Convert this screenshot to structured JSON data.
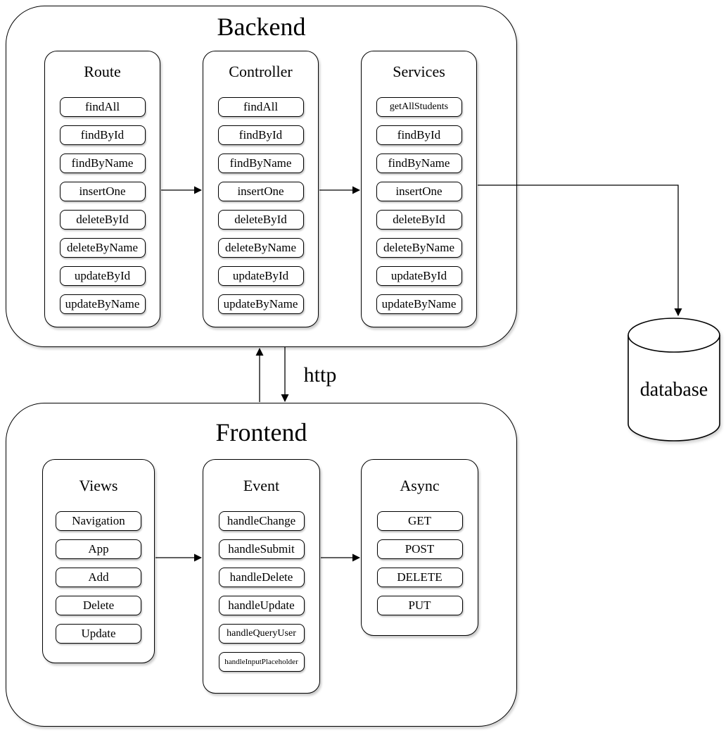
{
  "diagram": {
    "colors": {
      "stroke": "#000000",
      "background": "#ffffff"
    },
    "backend": {
      "title": "Backend",
      "columns": [
        {
          "title": "Route",
          "items": [
            "findAll",
            "findById",
            "findByName",
            "insertOne",
            "deleteById",
            "deleteByName",
            "updateById",
            "updateByName"
          ]
        },
        {
          "title": "Controller",
          "items": [
            "findAll",
            "findById",
            "findByName",
            "insertOne",
            "deleteById",
            "deleteByName",
            "updateById",
            "updateByName"
          ]
        },
        {
          "title": "Services",
          "items": [
            "getAllStudents",
            "findById",
            "findByName",
            "insertOne",
            "deleteById",
            "deleteByName",
            "updateById",
            "updateByName"
          ]
        }
      ]
    },
    "frontend": {
      "title": "Frontend",
      "columns": [
        {
          "title": "Views",
          "items": [
            "Navigation",
            "App",
            "Add",
            "Delete",
            "Update"
          ]
        },
        {
          "title": "Event",
          "items": [
            "handleChange",
            "handleSubmit",
            "handleDelete",
            "handleUpdate",
            "handleQueryUser",
            "handleInputPlaceholder"
          ]
        },
        {
          "title": "Async",
          "items": [
            "GET",
            "POST",
            "DELETE",
            "PUT"
          ]
        }
      ]
    },
    "database": {
      "label": "database"
    },
    "http_label": "http",
    "edges": [
      {
        "from": "Route",
        "to": "Controller"
      },
      {
        "from": "Controller",
        "to": "Services"
      },
      {
        "from": "Services",
        "to": "database"
      },
      {
        "from": "Frontend",
        "to": "Backend",
        "label": "http"
      },
      {
        "from": "Backend",
        "to": "Frontend",
        "label": "http"
      },
      {
        "from": "Views",
        "to": "Event"
      },
      {
        "from": "Event",
        "to": "Async"
      }
    ]
  }
}
